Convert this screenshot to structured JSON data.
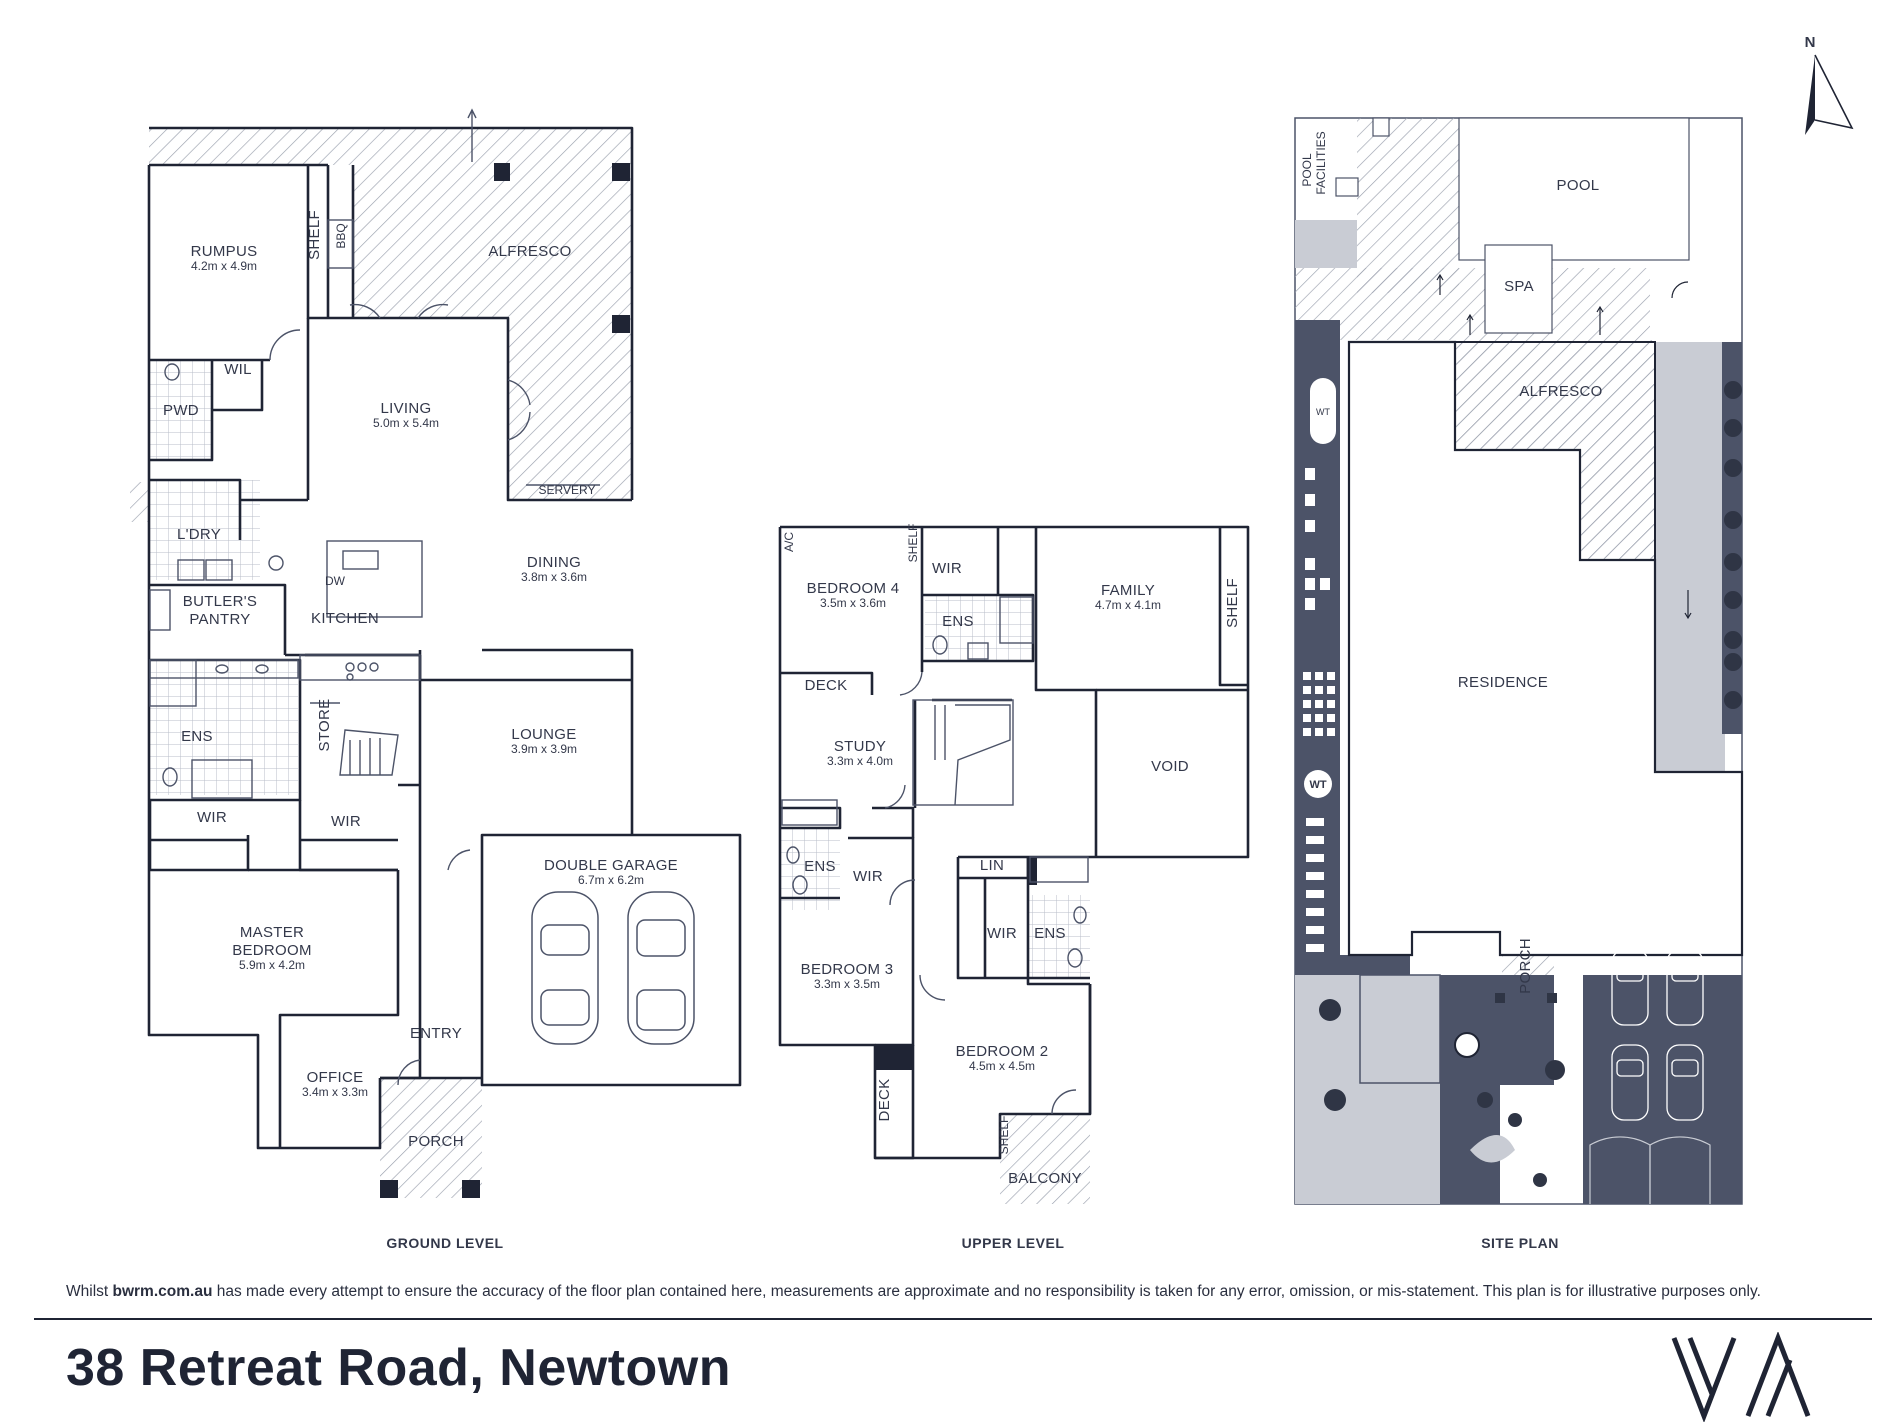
{
  "compass": {
    "label": "N"
  },
  "ground_level": {
    "caption": "GROUND LEVEL",
    "rooms": [
      {
        "id": "rumpus",
        "name": "RUMPUS",
        "dim": "4.2m x 4.9m"
      },
      {
        "id": "alfresco",
        "name": "ALFRESCO",
        "dim": ""
      },
      {
        "id": "shelf",
        "name": "SHELF",
        "dim": ""
      },
      {
        "id": "bbq",
        "name": "BBQ",
        "dim": ""
      },
      {
        "id": "wil",
        "name": "WIL",
        "dim": ""
      },
      {
        "id": "pwd",
        "name": "PWD",
        "dim": ""
      },
      {
        "id": "living",
        "name": "LIVING",
        "dim": "5.0m x 5.4m"
      },
      {
        "id": "servery",
        "name": "SERVERY",
        "dim": ""
      },
      {
        "id": "ldry",
        "name": "L'DRY",
        "dim": ""
      },
      {
        "id": "dining",
        "name": "DINING",
        "dim": "3.8m x 3.6m"
      },
      {
        "id": "dw",
        "name": "DW",
        "dim": ""
      },
      {
        "id": "butlers",
        "name": "BUTLER'S",
        "dim": "PANTRY"
      },
      {
        "id": "kitchen",
        "name": "KITCHEN",
        "dim": ""
      },
      {
        "id": "store",
        "name": "STORE",
        "dim": ""
      },
      {
        "id": "lounge",
        "name": "LOUNGE",
        "dim": "3.9m x 3.9m"
      },
      {
        "id": "ens",
        "name": "ENS",
        "dim": ""
      },
      {
        "id": "wir1",
        "name": "WIR",
        "dim": ""
      },
      {
        "id": "wir2",
        "name": "WIR",
        "dim": ""
      },
      {
        "id": "garage",
        "name": "DOUBLE GARAGE",
        "dim": "6.7m x 6.2m"
      },
      {
        "id": "master",
        "name": "MASTER",
        "dim": "BEDROOM"
      },
      {
        "id": "entry",
        "name": "ENTRY",
        "dim": ""
      },
      {
        "id": "office",
        "name": "OFFICE",
        "dim": "3.4m x 3.3m"
      },
      {
        "id": "porch",
        "name": "PORCH",
        "dim": ""
      }
    ],
    "master_dim": "5.9m x 4.2m"
  },
  "upper_level": {
    "caption": "UPPER LEVEL",
    "rooms": [
      {
        "id": "ac",
        "name": "A/C",
        "dim": ""
      },
      {
        "id": "shelf4",
        "name": "SHELF",
        "dim": ""
      },
      {
        "id": "bed4",
        "name": "BEDROOM 4",
        "dim": "3.5m x 3.6m"
      },
      {
        "id": "wir4",
        "name": "WIR",
        "dim": ""
      },
      {
        "id": "ens4",
        "name": "ENS",
        "dim": ""
      },
      {
        "id": "family",
        "name": "FAMILY",
        "dim": "4.7m x 4.1m"
      },
      {
        "id": "shelff",
        "name": "SHELF",
        "dim": ""
      },
      {
        "id": "deck1",
        "name": "DECK",
        "dim": ""
      },
      {
        "id": "study",
        "name": "STUDY",
        "dim": "3.3m x 4.0m"
      },
      {
        "id": "void",
        "name": "VOID",
        "dim": ""
      },
      {
        "id": "ens3",
        "name": "ENS",
        "dim": ""
      },
      {
        "id": "wir3",
        "name": "WIR",
        "dim": ""
      },
      {
        "id": "lin",
        "name": "LIN",
        "dim": ""
      },
      {
        "id": "wir2u",
        "name": "WIR",
        "dim": ""
      },
      {
        "id": "ens2",
        "name": "ENS",
        "dim": ""
      },
      {
        "id": "bed3",
        "name": "BEDROOM 3",
        "dim": "3.3m x 3.5m"
      },
      {
        "id": "bed2",
        "name": "BEDROOM 2",
        "dim": "4.5m x 4.5m"
      },
      {
        "id": "deck2",
        "name": "DECK",
        "dim": ""
      },
      {
        "id": "shelfb",
        "name": "SHELF",
        "dim": ""
      },
      {
        "id": "balcony",
        "name": "BALCONY",
        "dim": ""
      }
    ]
  },
  "site_plan": {
    "caption": "SITE PLAN",
    "labels": {
      "pool_facilities_1": "POOL",
      "pool_facilities_2": "FACILITIES",
      "pool": "POOL",
      "spa": "SPA",
      "alfresco": "ALFRESCO",
      "wt1": "WT",
      "wt2": "WT",
      "residence": "RESIDENCE",
      "porch": "PORCH"
    }
  },
  "footer": {
    "disclaimer_pre": "Whilst ",
    "disclaimer_site": "bwrm.com.au",
    "disclaimer_post": " has made every attempt to ensure the accuracy of the floor plan contained here, measurements are approximate and no responsibility is taken for any error, omission, or mis-statement. This plan is for illustrative purposes only.",
    "address": "38 Retreat Road, Newtown"
  },
  "colors": {
    "ink": "#1f2434",
    "slate": "#4c5368",
    "grey": "#c9ccd4",
    "hatch": "#9aa0ad"
  }
}
